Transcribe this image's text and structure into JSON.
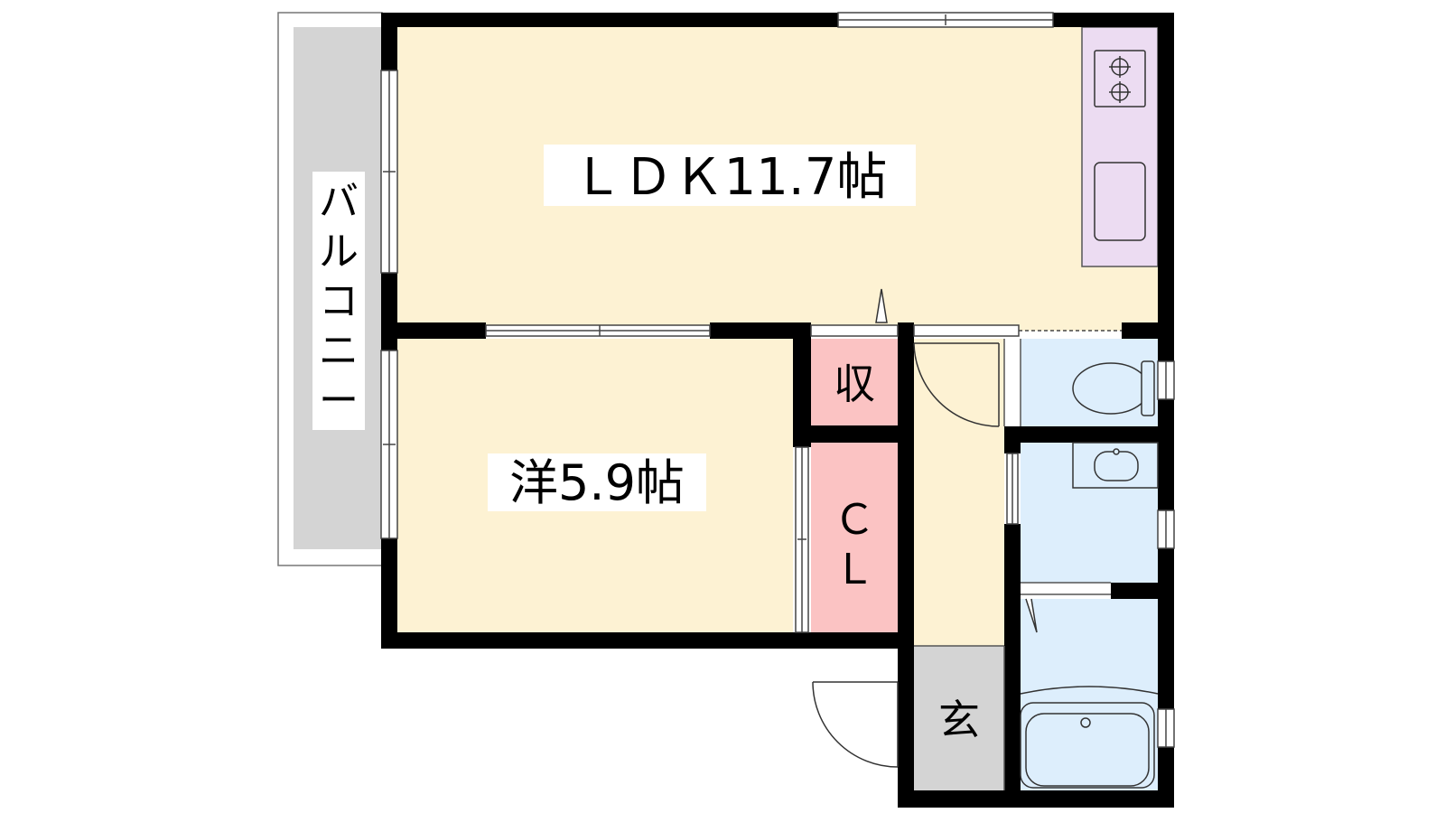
{
  "floorplan": {
    "rooms": {
      "ldk": {
        "label": "ＬＤＫ11.7帖",
        "color": "#fdf2d3"
      },
      "western": {
        "label": "洋5.9帖",
        "color": "#fdf2d3"
      },
      "storage": {
        "label": "収",
        "color": "#fbc3c3"
      },
      "closet": {
        "label_line1": "Ｃ",
        "label_line2": "Ｌ",
        "color": "#fbc3c3"
      },
      "entrance": {
        "label": "玄",
        "color": "#d4d4d4"
      },
      "balcony": {
        "label_chars": [
          "バ",
          "ル",
          "コ",
          "ニ",
          "ー"
        ],
        "color": "#d4d4d4"
      },
      "kitchen": {
        "color": "#ecdcf2"
      },
      "wet_area": {
        "color": "#ddeefc"
      }
    },
    "colors": {
      "wall": "#000000",
      "corridor": "#fdf2d3"
    }
  }
}
